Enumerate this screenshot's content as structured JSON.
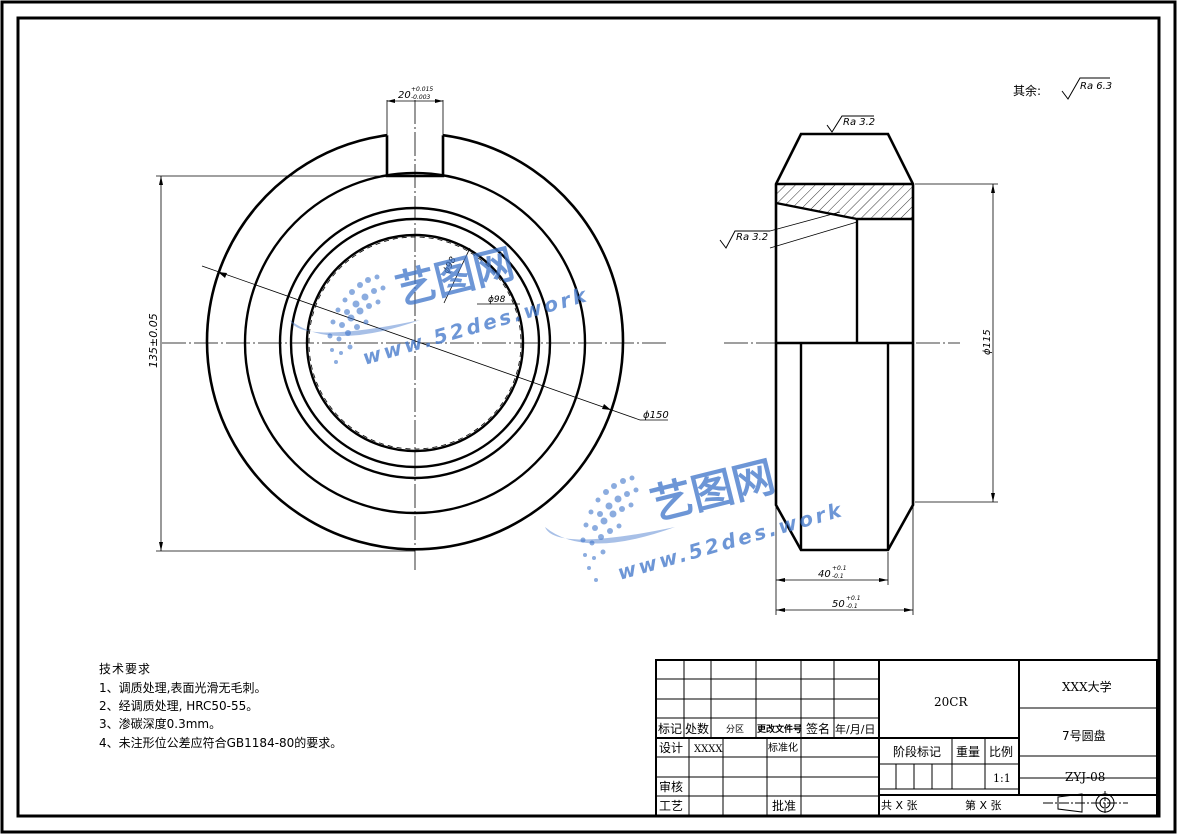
{
  "roughness_default": {
    "prefix": "其余:",
    "value": "Ra 6.3"
  },
  "dimensions": {
    "slot_width": "20",
    "slot_tol_upper": "+0.015",
    "slot_tol_lower": "-0.003",
    "height": "135±0.05",
    "dia_inner_1": "ϕ98",
    "dia_inner_2": "ϕ98",
    "dia_outer": "ϕ150",
    "dia_side": "ϕ115",
    "width_inner": "40",
    "width_inner_tol_upper": "+0.1",
    "width_inner_tol_lower": "-0.1",
    "width_total": "50",
    "width_total_tol_upper": "+0.1",
    "width_total_tol_lower": "-0.1",
    "roughness_top": "Ra 3.2",
    "roughness_left": "Ra 3.2"
  },
  "tech_requirements": {
    "title": "技术要求",
    "items": [
      "1、调质处理,表面光滑无毛刺。",
      "2、经调质处理, HRC50-55。",
      "3、渗碳深度0.3mm。",
      "4、未注形位公差应符合GB1184-80的要求。"
    ]
  },
  "title_block": {
    "material": "20CR",
    "school": "XXX大学",
    "part_name": "7号圆盘",
    "drawing_no": "ZYJ-08",
    "labels": {
      "mark": "标记",
      "count": "处数",
      "zone": "分区",
      "change_doc": "更改文件号",
      "sign": "签名",
      "date": "年/月/日",
      "design": "设计",
      "standardize": "标准化",
      "review": "审核",
      "process": "工艺",
      "approve": "批准",
      "stage_mark": "阶段标记",
      "weight": "重量",
      "scale": "比例",
      "total_sheets": "共 X 张",
      "sheet_no": "第 X 张"
    },
    "designer": "XXXX",
    "scale_value": "1:1"
  },
  "watermark": {
    "brand": "艺图网",
    "url": "www.52des.work",
    "brand_color": "#3d74c9"
  }
}
